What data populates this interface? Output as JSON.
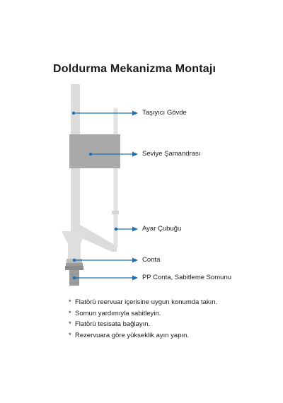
{
  "title": "Doldurma Mekanizma Montajı",
  "colors": {
    "pipe": "#dcdcdc",
    "float": "#a9a9a9",
    "arrow": "#1f6fb2",
    "nut": "#8c8c8c"
  },
  "callouts": [
    {
      "id": "body",
      "label": "Taşıyıcı Gövde"
    },
    {
      "id": "float",
      "label": "Seviye Şamandrası"
    },
    {
      "id": "rod",
      "label": "Ayar Çubuğu"
    },
    {
      "id": "seal",
      "label": "Conta"
    },
    {
      "id": "nut",
      "label": "PP Conta, Sabitleme Somunu"
    }
  ],
  "notes": [
    "Flatörü reervuar içerisine uygun konumda takın.",
    "Somun yardımıyla sabitleyin.",
    "Flatörü tesisata bağlayın.",
    "Rezervuara göre yükseklik ayın yapın."
  ],
  "bullet": "*"
}
